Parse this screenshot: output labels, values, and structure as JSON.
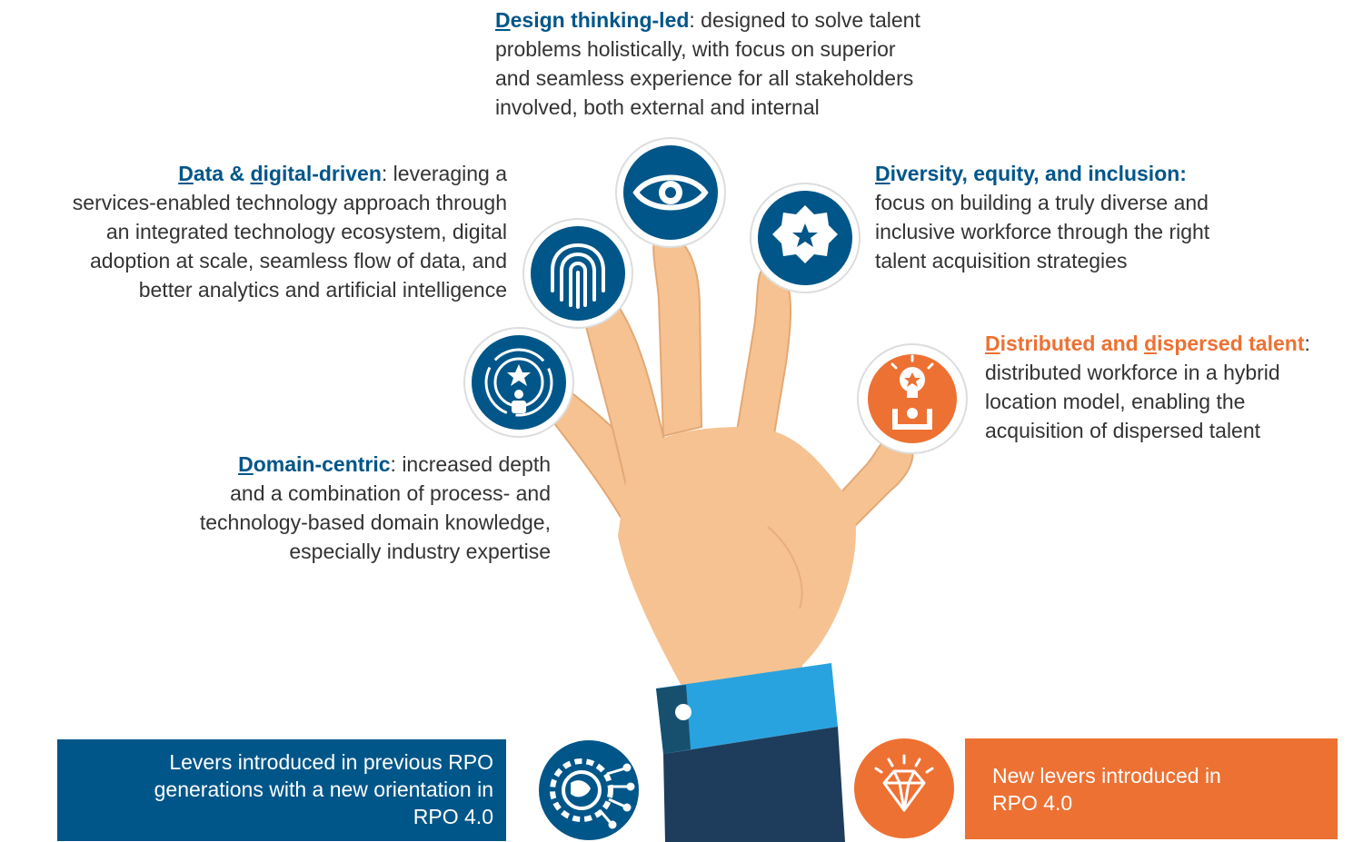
{
  "design": {
    "initial": "D",
    "rest": "esign thinking-led",
    "after_heading": ": designed to solve talent",
    "lines": [
      "problems holistically, with focus on superior",
      "and seamless experience for all stakeholders",
      "involved, both external and internal"
    ]
  },
  "data_digital": {
    "initial1": "D",
    "mid": "ata & ",
    "initial2": "d",
    "rest": "igital-driven",
    "after_heading": ": leveraging a",
    "lines": [
      "services-enabled technology approach through",
      "an integrated technology ecosystem, digital",
      "adoption at scale, seamless flow of data, and",
      "better analytics and artificial intelligence"
    ]
  },
  "diversity": {
    "initial": "D",
    "rest": "iversity, equity, and inclusion:",
    "lines": [
      "focus on building a truly diverse and",
      "inclusive workforce through the right",
      "talent acquisition strategies"
    ]
  },
  "distributed": {
    "initial1": "D",
    "mid": "istributed and ",
    "initial2": "d",
    "rest": "ispersed talent",
    "after_heading": ":",
    "lines": [
      "distributed workforce in a hybrid",
      "location model, enabling the",
      "acquisition of dispersed talent"
    ]
  },
  "domain": {
    "initial": "D",
    "rest": "omain-centric",
    "after_heading": ": increased depth",
    "lines": [
      "and a combination of process- and",
      "technology-based domain knowledge,",
      "especially industry expertise"
    ]
  },
  "legend": {
    "blue_lines": [
      "Levers introduced in previous RPO",
      "generations with a new orientation in",
      "RPO 4.0"
    ],
    "orange_lines": [
      "New levers introduced in",
      "RPO 4.0"
    ]
  },
  "colors": {
    "brand_blue": "#005689",
    "brand_orange": "#ED7133",
    "skin": "#F6C291",
    "sleeve_blue": "#1E3C5C",
    "cuff_blue": "#29A3DF"
  },
  "icons": [
    "eye-icon",
    "fingerprint-icon",
    "badge-star-icon",
    "target-person-icon",
    "lightbulb-person-icon",
    "gear-globe-icon",
    "diamond-icon"
  ]
}
